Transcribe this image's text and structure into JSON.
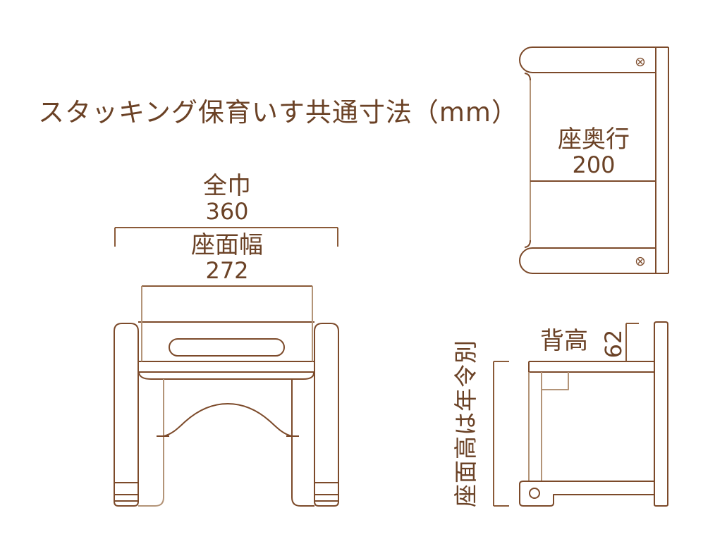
{
  "title": "スタッキング保育いす共通寸法（mm）",
  "colors": {
    "line": "#7c4a2a",
    "dim": "#8a5a38",
    "light": "#b39478",
    "text": "#6b4226",
    "bg": "#ffffff"
  },
  "front_view": {
    "overall_width_label": "全巾",
    "overall_width_value": "360",
    "seat_width_label": "座面幅",
    "seat_width_value": "272"
  },
  "top_view": {
    "seat_depth_label": "座奥行",
    "seat_depth_value": "200"
  },
  "side_view": {
    "back_height_label": "背高",
    "back_height_value": "62",
    "seat_height_label": "座面高は年令別"
  }
}
